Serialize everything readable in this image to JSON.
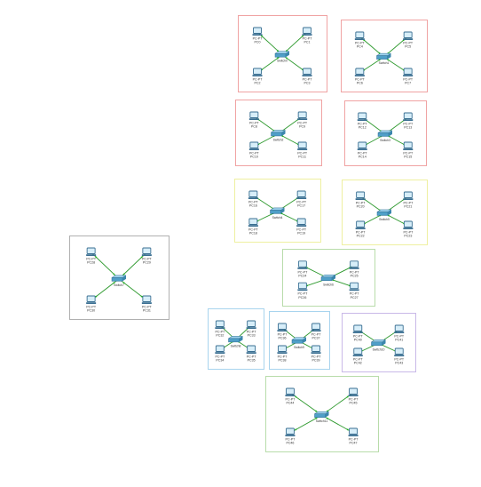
{
  "diagram": {
    "colors": {
      "background": "#ffffff",
      "link": "#2f9a2f",
      "link_dot": "#1db31d",
      "switch_body": "#4f9fc8",
      "switch_top": "#9fd3ee",
      "pc_screen": "#d7eef9",
      "pc_frame": "#3a6f92",
      "label": "#333333"
    },
    "groups": [
      {
        "id": "g1",
        "border": "#f0a3a3",
        "pcs": [
          [
            "PC-PT",
            "PC0"
          ],
          [
            "PC-PT",
            "PC1"
          ],
          [
            "PC-PT",
            "PC2"
          ],
          [
            "PC-PT",
            "PC3"
          ]
        ],
        "switch": [
          "Switch0"
        ]
      },
      {
        "id": "g2",
        "border": "#f0a3a3",
        "pcs": [
          [
            "PC-PT",
            "PC4"
          ],
          [
            "PC-PT",
            "PC5"
          ],
          [
            "PC-PT",
            "PC6"
          ],
          [
            "PC-PT",
            "PC7"
          ]
        ],
        "switch": [
          "Switch1"
        ]
      },
      {
        "id": "g3",
        "border": "#f0a3a3",
        "pcs": [
          [
            "PC-PT",
            "PC8"
          ],
          [
            "PC-PT",
            "PC9"
          ],
          [
            "PC-PT",
            "PC10"
          ],
          [
            "PC-PT",
            "PC11"
          ]
        ],
        "switch": [
          "Switch2"
        ]
      },
      {
        "id": "g4",
        "border": "#f0a3a3",
        "pcs": [
          [
            "PC-PT",
            "PC12"
          ],
          [
            "PC-PT",
            "PC13"
          ],
          [
            "PC-PT",
            "PC14"
          ],
          [
            "PC-PT",
            "PC15"
          ]
        ],
        "switch": [
          "Switch3"
        ]
      },
      {
        "id": "g5",
        "border": "#eef0a0",
        "pcs": [
          [
            "PC-PT",
            "PC16"
          ],
          [
            "PC-PT",
            "PC17"
          ],
          [
            "PC-PT",
            "PC18"
          ],
          [
            "PC-PT",
            "PC19"
          ]
        ],
        "switch": [
          "Switch4"
        ]
      },
      {
        "id": "g6",
        "border": "#eef0a0",
        "pcs": [
          [
            "PC-PT",
            "PC20"
          ],
          [
            "PC-PT",
            "PC21"
          ],
          [
            "PC-PT",
            "PC22"
          ],
          [
            "PC-PT",
            "PC23"
          ]
        ],
        "switch": [
          "Switch5"
        ]
      },
      {
        "id": "g7",
        "border": "#b8dcaa",
        "pcs": [
          [
            "PC-PT",
            "PC24"
          ],
          [
            "PC-PT",
            "PC25"
          ],
          [
            "PC-PT",
            "PC26"
          ],
          [
            "PC-PT",
            "PC27"
          ]
        ],
        "switch": [
          "Switch6"
        ]
      },
      {
        "id": "g8",
        "border": "#b0b0b0",
        "pcs": [
          [
            "PC-PT",
            "PC28"
          ],
          [
            "PC-PT",
            "PC29"
          ],
          [
            "PC-PT",
            "PC30"
          ],
          [
            "PC-PT",
            "PC31"
          ]
        ],
        "switch": [
          "Switch7"
        ]
      },
      {
        "id": "g9",
        "border": "#a8d4ee",
        "pcs": [
          [
            "PC-PT",
            "PC32"
          ],
          [
            "PC-PT",
            "PC33"
          ],
          [
            "PC-PT",
            "PC34"
          ],
          [
            "PC-PT",
            "PC35"
          ]
        ],
        "switch": [
          "Switch8"
        ]
      },
      {
        "id": "g10",
        "border": "#a8d4ee",
        "pcs": [
          [
            "PC-PT",
            "PC36"
          ],
          [
            "PC-PT",
            "PC37"
          ],
          [
            "PC-PT",
            "PC38"
          ],
          [
            "PC-PT",
            "PC39"
          ]
        ],
        "switch": [
          "Switch9"
        ]
      },
      {
        "id": "g11",
        "border": "#c9b8e8",
        "pcs": [
          [
            "PC-PT",
            "PC40"
          ],
          [
            "PC-PT",
            "PC41"
          ],
          [
            "PC-PT",
            "PC42"
          ],
          [
            "PC-PT",
            "PC43"
          ]
        ],
        "switch": [
          "Switch10"
        ]
      },
      {
        "id": "g12",
        "border": "#b8dcaa",
        "pcs": [
          [
            "PC-PT",
            "PC44"
          ],
          [
            "PC-PT",
            "PC45"
          ],
          [
            "PC-PT",
            "PC46"
          ],
          [
            "PC-PT",
            "PC47"
          ]
        ],
        "switch": [
          "Switch11"
        ]
      }
    ]
  }
}
